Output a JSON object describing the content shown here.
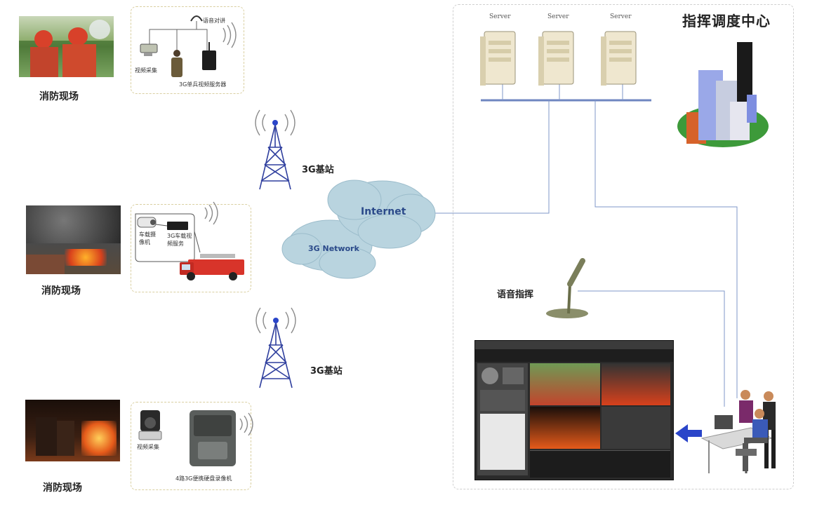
{
  "sites": [
    {
      "label": "消防现场"
    },
    {
      "label": "消防现场"
    },
    {
      "label": "消防现场"
    }
  ],
  "site1_box": {
    "voice": "语音对讲",
    "video": "视频采集",
    "server": "3G单兵视频服务器"
  },
  "site2_box": {
    "camera": "车载摄\n像机",
    "server": "3G车载视\n频服务"
  },
  "site3_box": {
    "video": "视频采集",
    "recorder": "4路3G便携硬盘录像机"
  },
  "towers": [
    {
      "label": "3G基站"
    },
    {
      "label": "3G基站"
    }
  ],
  "clouds": {
    "internet": "Internet",
    "network": "3G Network"
  },
  "command_center": {
    "title": "指挥调度中心",
    "servers": [
      {
        "label": "Server"
      },
      {
        "label": "Server"
      },
      {
        "label": "Server"
      }
    ],
    "voice_label": "语音指挥"
  },
  "colors": {
    "line": "#7f97c9",
    "cloud": "#b9d4df",
    "tower": "#2f3f9e",
    "arrow": "#2a45c9"
  }
}
